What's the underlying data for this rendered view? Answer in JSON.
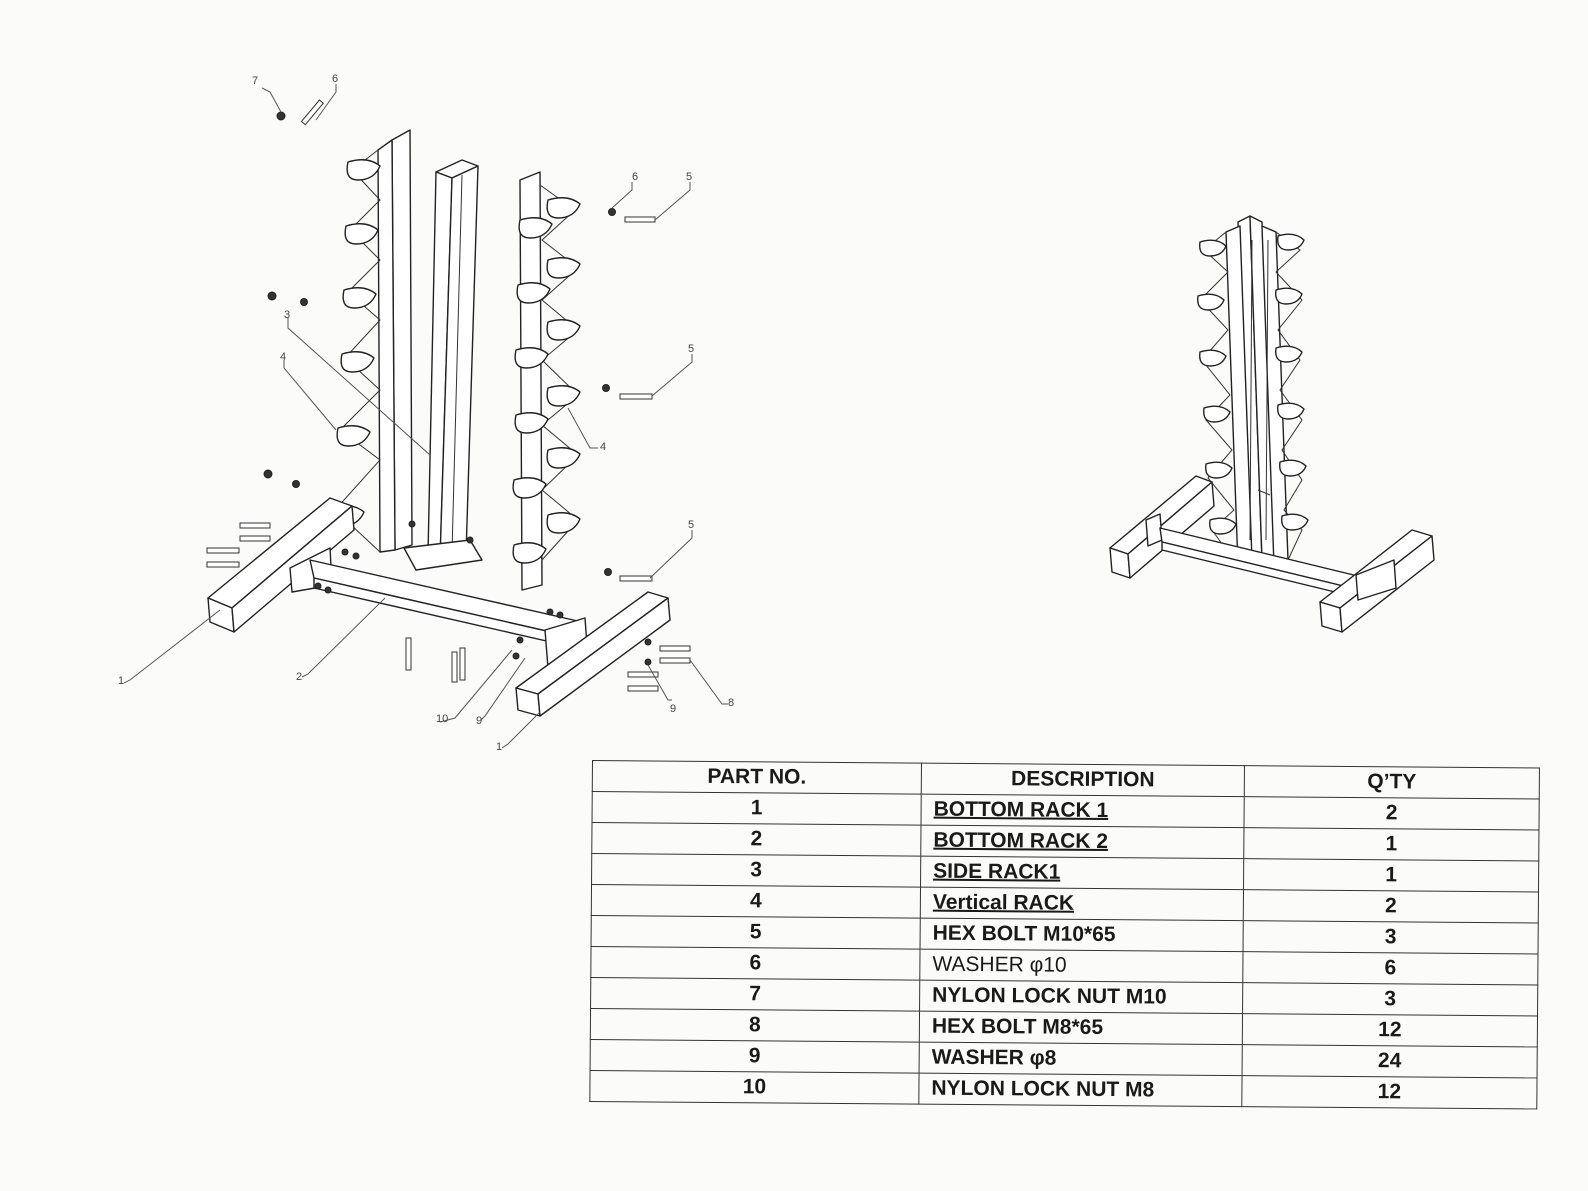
{
  "callouts": [
    {
      "label": "7"
    },
    {
      "label": "6"
    },
    {
      "label": "6"
    },
    {
      "label": "5"
    },
    {
      "label": "3"
    },
    {
      "label": "4"
    },
    {
      "label": "5"
    },
    {
      "label": "4"
    },
    {
      "label": "5"
    },
    {
      "label": "1"
    },
    {
      "label": "2"
    },
    {
      "label": "10"
    },
    {
      "label": "9"
    },
    {
      "label": "1"
    },
    {
      "label": "9"
    },
    {
      "label": "8"
    }
  ],
  "table": {
    "headers": {
      "part_no": "PART NO.",
      "description": "DESCRIPTION",
      "qty": "Q’TY"
    },
    "rows": [
      {
        "no": "1",
        "desc": "BOTTOM RACK 1",
        "qty": "2"
      },
      {
        "no": "2",
        "desc": "BOTTOM RACK 2",
        "qty": "1"
      },
      {
        "no": "3",
        "desc": "SIDE RACK1",
        "qty": "1"
      },
      {
        "no": "4",
        "desc": "Vertical RACK",
        "qty": "2"
      },
      {
        "no": "5",
        "desc": "HEX BOLT M10*65",
        "qty": "3"
      },
      {
        "no": "6",
        "desc": "WASHER φ10",
        "qty": "6"
      },
      {
        "no": "7",
        "desc": "NYLON LOCK NUT M10",
        "qty": "3"
      },
      {
        "no": "8",
        "desc": "HEX BOLT M8*65",
        "qty": "12"
      },
      {
        "no": "9",
        "desc": "WASHER φ8",
        "qty": "24"
      },
      {
        "no": "10",
        "desc": "NYLON LOCK NUT M8",
        "qty": "12"
      }
    ]
  }
}
